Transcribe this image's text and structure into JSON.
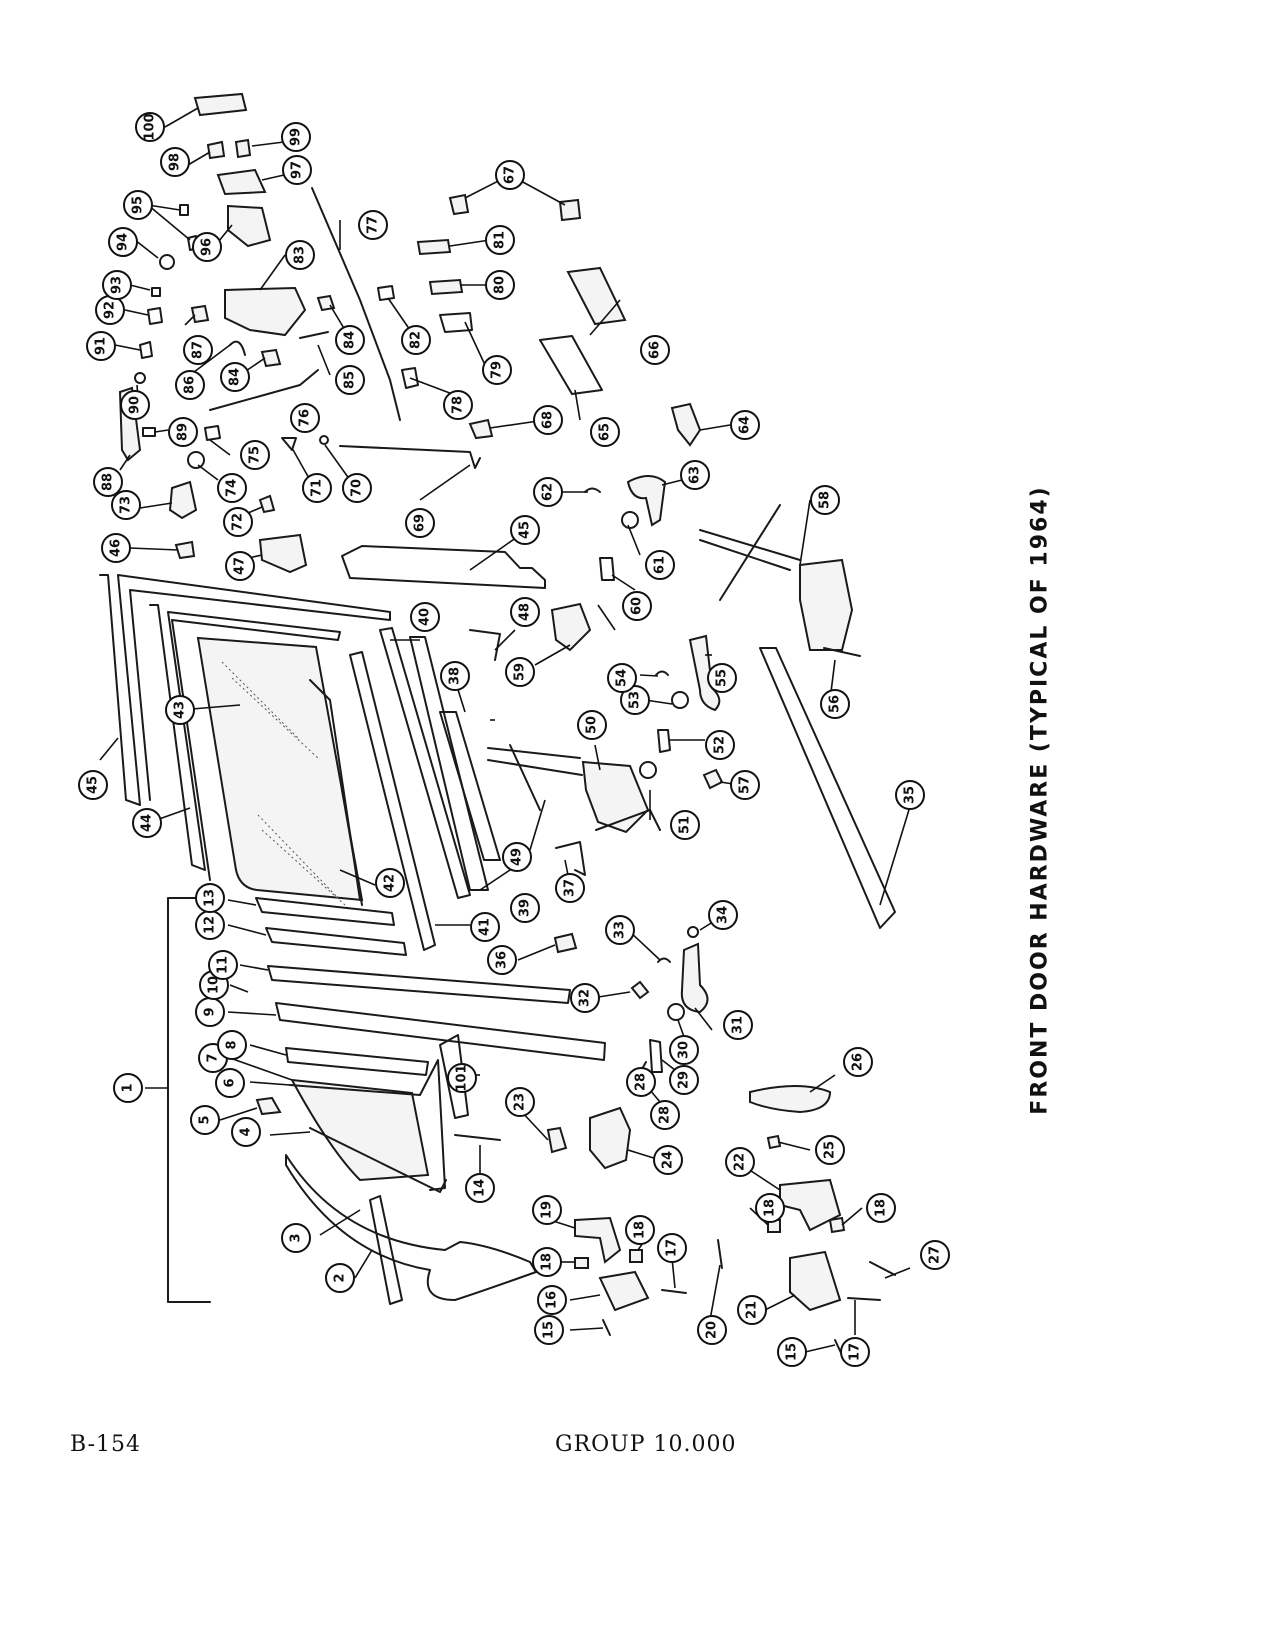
{
  "title": "FRONT DOOR HARDWARE (TYPICAL OF 1964)",
  "page_number": "B-154",
  "group": "GROUP 10.000",
  "callouts": [
    "1",
    "2",
    "3",
    "4",
    "5",
    "6",
    "7",
    "8",
    "9",
    "10",
    "11",
    "12",
    "13",
    "14",
    "15",
    "15",
    "16",
    "17",
    "17",
    "18",
    "18",
    "18",
    "18",
    "19",
    "20",
    "21",
    "22",
    "23",
    "24",
    "25",
    "26",
    "27",
    "28",
    "28",
    "29",
    "30",
    "31",
    "32",
    "33",
    "34",
    "35",
    "36",
    "37",
    "38",
    "39",
    "40",
    "41",
    "42",
    "43",
    "44",
    "45",
    "45",
    "46",
    "47",
    "48",
    "49",
    "50",
    "51",
    "52",
    "53",
    "54",
    "55",
    "56",
    "57",
    "58",
    "59",
    "60",
    "61",
    "62",
    "63",
    "64",
    "65",
    "66",
    "67",
    "68",
    "69",
    "70",
    "71",
    "72",
    "73",
    "74",
    "75",
    "76",
    "77",
    "78",
    "79",
    "80",
    "81",
    "82",
    "83",
    "84",
    "84",
    "85",
    "86",
    "87",
    "88",
    "89",
    "90",
    "91",
    "92",
    "93",
    "94",
    "95",
    "96",
    "97",
    "98",
    "99",
    "100",
    "101"
  ]
}
